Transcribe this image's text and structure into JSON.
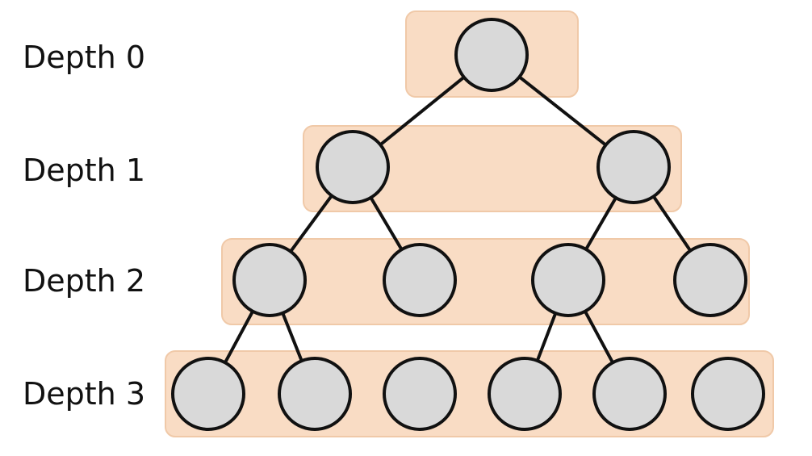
{
  "depth_labels": [
    "Depth 0",
    "Depth 1",
    "Depth 2",
    "Depth 3"
  ],
  "colors": {
    "band_fill": "#f9dcc4",
    "band_stroke": "#f0c9a8",
    "node_fill": "#d9d9d9",
    "node_stroke": "#111111",
    "edge": "#111111",
    "text": "#111111"
  }
}
